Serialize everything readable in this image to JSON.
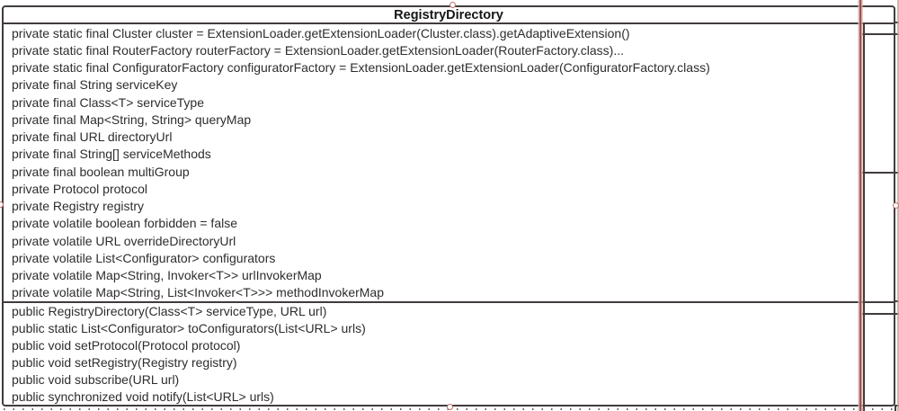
{
  "class_box": {
    "title": "RegistryDirectory",
    "fields": [
      "private static final Cluster cluster = ExtensionLoader.getExtensionLoader(Cluster.class).getAdaptiveExtension()",
      "private static final RouterFactory routerFactory = ExtensionLoader.getExtensionLoader(RouterFactory.class)...",
      "private static final ConfiguratorFactory configuratorFactory = ExtensionLoader.getExtensionLoader(ConfiguratorFactory.class)",
      "private final String serviceKey",
      "private final Class<T> serviceType",
      "private final Map<String, String> queryMap",
      "private final URL directoryUrl",
      "private final String[] serviceMethods",
      "private final boolean multiGroup",
      "private Protocol protocol",
      "private Registry registry",
      "private volatile boolean forbidden = false",
      "private volatile URL overrideDirectoryUrl",
      "private volatile List<Configurator> configurators",
      "private volatile Map<String, Invoker<T>> urlInvokerMap",
      "private volatile Map<String, List<Invoker<T>>> methodInvokerMap"
    ],
    "methods": [
      "public RegistryDirectory(Class<T> serviceType, URL url)",
      "public static List<Configurator> toConfigurators(List<URL> urls)",
      "public void setProtocol(Protocol protocol)",
      "public void setRegistry(Registry registry)",
      "public void subscribe(URL url)",
      "public synchronized void notify(List<URL> urls)"
    ]
  },
  "colors": {
    "line": "#413c3c",
    "text": "#2d2d2d",
    "edge_red": "#7d4544",
    "anchor_red": "#c4706c"
  }
}
